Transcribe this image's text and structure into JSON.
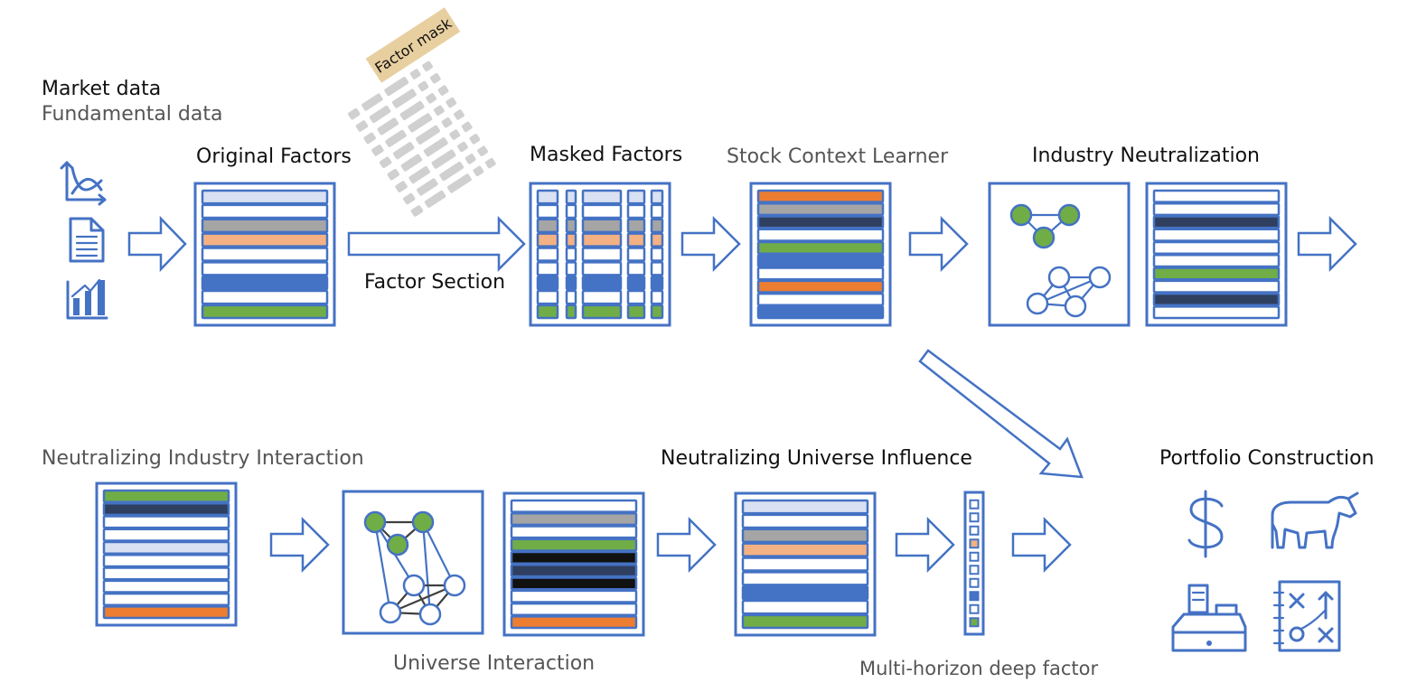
{
  "labels": {
    "market_data": "Market data",
    "fundamental_data": "Fundamental data",
    "original_factors": "Original Factors",
    "factor_mask": "Factor mask",
    "factor_section": "Factor Section",
    "masked_factors": "Masked Factors",
    "stock_context_learner": "Stock Context Learner",
    "industry_neutralization": "Industry Neutralization",
    "neutralizing_industry_interaction": "Neutralizing  Industry Interaction",
    "universe_interaction": "Universe Interaction",
    "neutralizing_universe_influence": "Neutralizing Universe Influence",
    "multi_horizon_deep_factor": "Multi-horizon deep factor",
    "portfolio_construction": "Portfolio Construction"
  },
  "icons": {
    "data_sources": [
      "chart-curve-icon",
      "document-icon",
      "bar-chart-icon"
    ],
    "portfolio": [
      "dollar-icon",
      "bull-icon",
      "cash-register-icon",
      "strategy-board-icon"
    ]
  },
  "colors": {
    "frame": "#4472C4",
    "blue": "#4472C4",
    "light_blue": "#D9E1F2",
    "gray": "#A5A5A5",
    "salmon": "#F4B183",
    "orange": "#ED7D31",
    "green": "#70AD47",
    "dark_navy": "#2F3F5F",
    "black": "#111111",
    "mask_tag": "#E8CFA0",
    "mask_bars": "#D0D0D0",
    "graph_edge": "#404040",
    "node_fill": "#70AD47"
  },
  "factor_rows": {
    "original": [
      "light_blue",
      "white",
      "gray",
      "salmon",
      "white",
      "white",
      "blue",
      "white",
      "green"
    ],
    "stock_context": [
      "orange",
      "gray",
      "dark_navy",
      "white",
      "green",
      "blue",
      "white",
      "orange",
      "white",
      "blue"
    ],
    "industry_neutral": [
      "white",
      "white",
      "dark_navy",
      "white",
      "white",
      "white",
      "green",
      "white",
      "dark_navy",
      "white"
    ],
    "industry_interaction": [
      "green",
      "dark_navy",
      "white",
      "white",
      "light_blue",
      "white",
      "white",
      "white",
      "white",
      "orange"
    ],
    "universe_interaction": [
      "white",
      "gray",
      "white",
      "green",
      "black",
      "dark_navy",
      "black",
      "white",
      "white",
      "orange"
    ],
    "universe_influence": [
      "light_blue",
      "white",
      "gray",
      "salmon",
      "white",
      "white",
      "blue",
      "white",
      "green"
    ],
    "deep_factor": [
      "white",
      "white",
      "white",
      "salmon",
      "white",
      "white",
      "white",
      "blue",
      "white",
      "green"
    ]
  }
}
